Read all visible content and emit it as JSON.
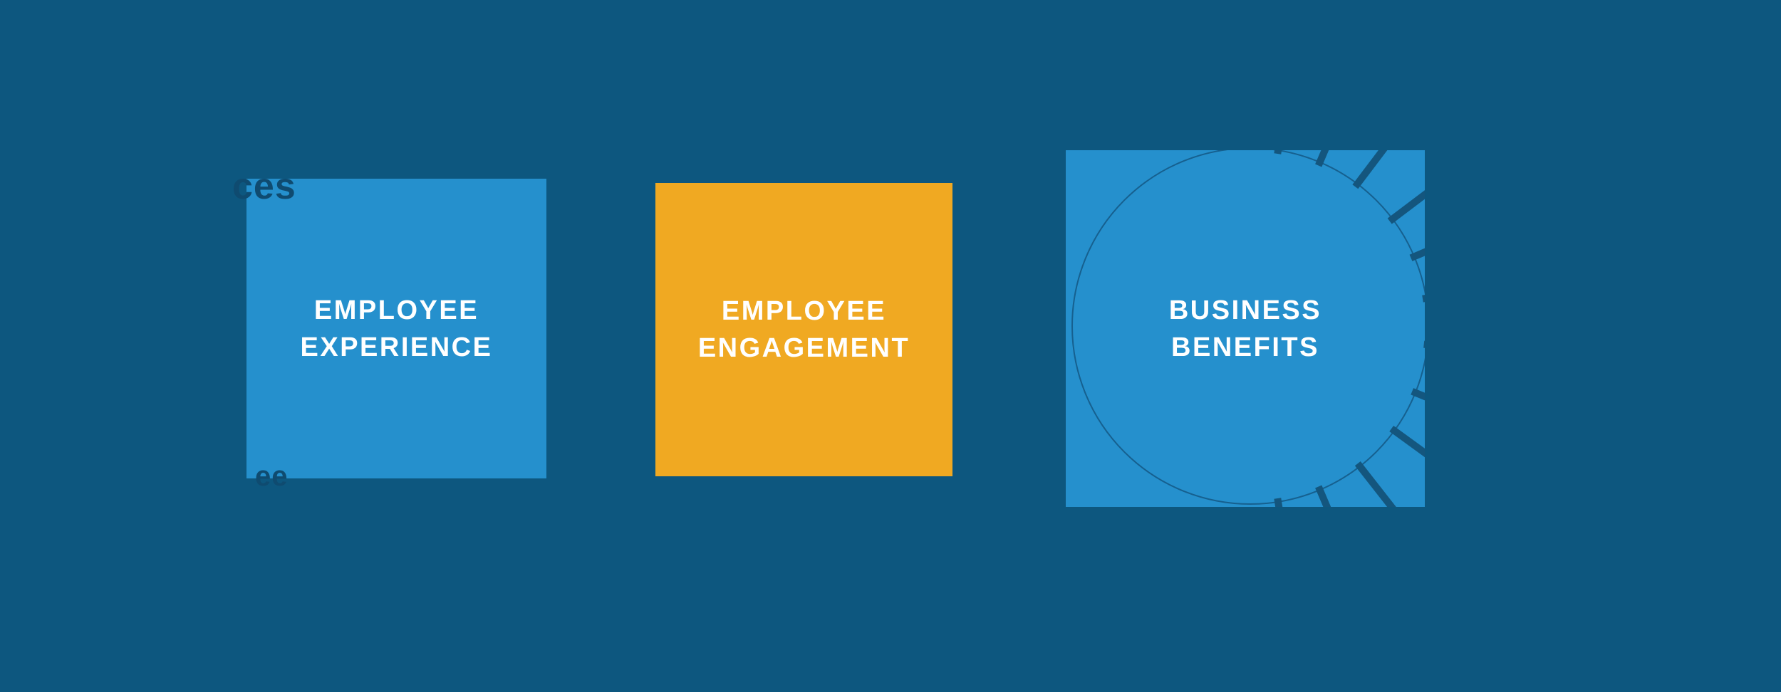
{
  "page": {
    "background_color": "#0d577f"
  },
  "cards": [
    {
      "id": "employee-experience",
      "lines": [
        "EMPLOYEE",
        "EXPERIENCE"
      ],
      "bg_color": "#2590cd",
      "text_color": "#ffffff"
    },
    {
      "id": "employee-engagement",
      "lines": [
        "EMPLOYEE",
        "ENGAGEMENT"
      ],
      "bg_color": "#f0a922",
      "text_color": "#ffffff"
    },
    {
      "id": "business-benefits",
      "lines": [
        "BUSINESS",
        "BENEFITS"
      ],
      "bg_color": "#2590cd",
      "text_color": "#ffffff"
    }
  ],
  "background_text_fragments": [
    {
      "text": "ces"
    },
    {
      "text": "ee"
    }
  ],
  "decoration": {
    "tick_ray_color": "#14567e",
    "circle_outline_color": "#16608f",
    "fragment_text_color": "#0f4b70"
  }
}
